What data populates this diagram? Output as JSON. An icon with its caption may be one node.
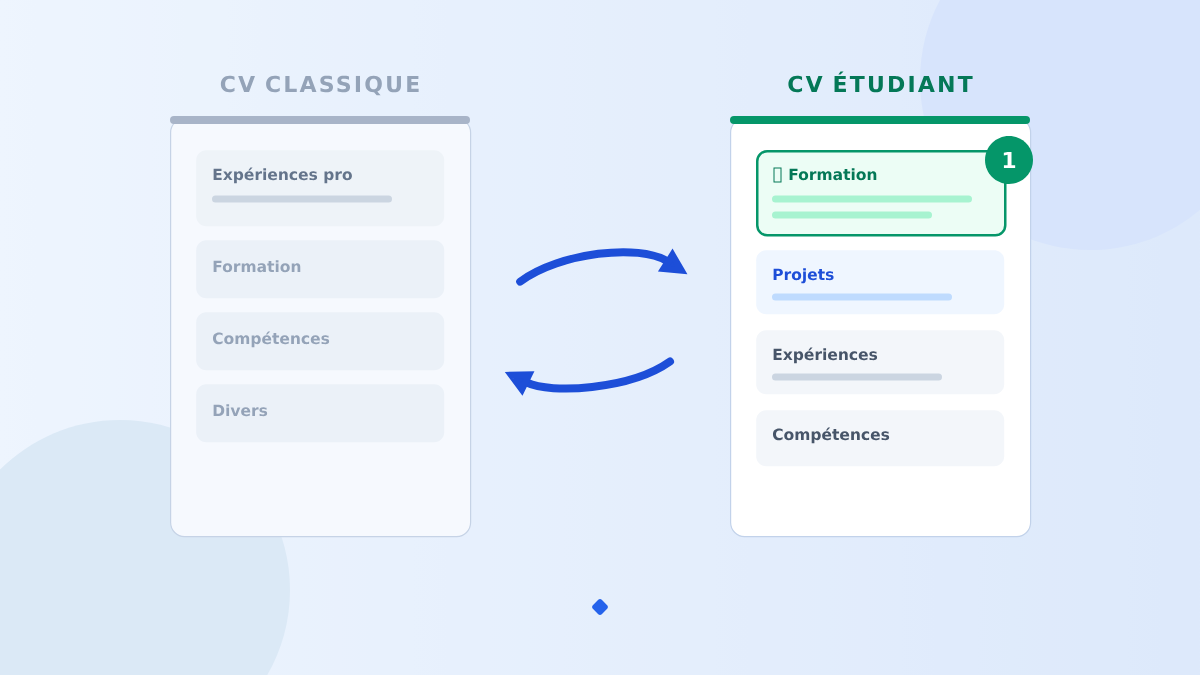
{
  "diagram": {
    "nodes": [
      {
        "text": [
          "CV CLASSIQUE"
        ]
      },
      {
        "text": [
          "Expériences pro"
        ],
        "in": 0
      },
      {
        "text": [
          "Formation"
        ],
        "in": 0
      },
      {
        "text": [
          "Compétences"
        ],
        "in": 0
      },
      {
        "text": [
          "Divers"
        ],
        "in": 0
      },
      {
        "text": [
          "CV ÉTUDIANT"
        ]
      },
      {
        "text": [
          "Formation"
        ],
        "in": 5
      },
      {
        "text": [
          "1"
        ],
        "in": 5
      },
      {
        "text": [
          "Projets"
        ],
        "in": 5
      },
      {
        "text": [
          "Expériences"
        ],
        "in": 5
      },
      {
        "text": [
          "Compétences"
        ],
        "in": 5
      }
    ],
    "edges": [
      {
        "from": 0,
        "to": 5,
        "arrow": "to"
      },
      {
        "from": 5,
        "to": 0,
        "arrow": "to"
      }
    ]
  }
}
